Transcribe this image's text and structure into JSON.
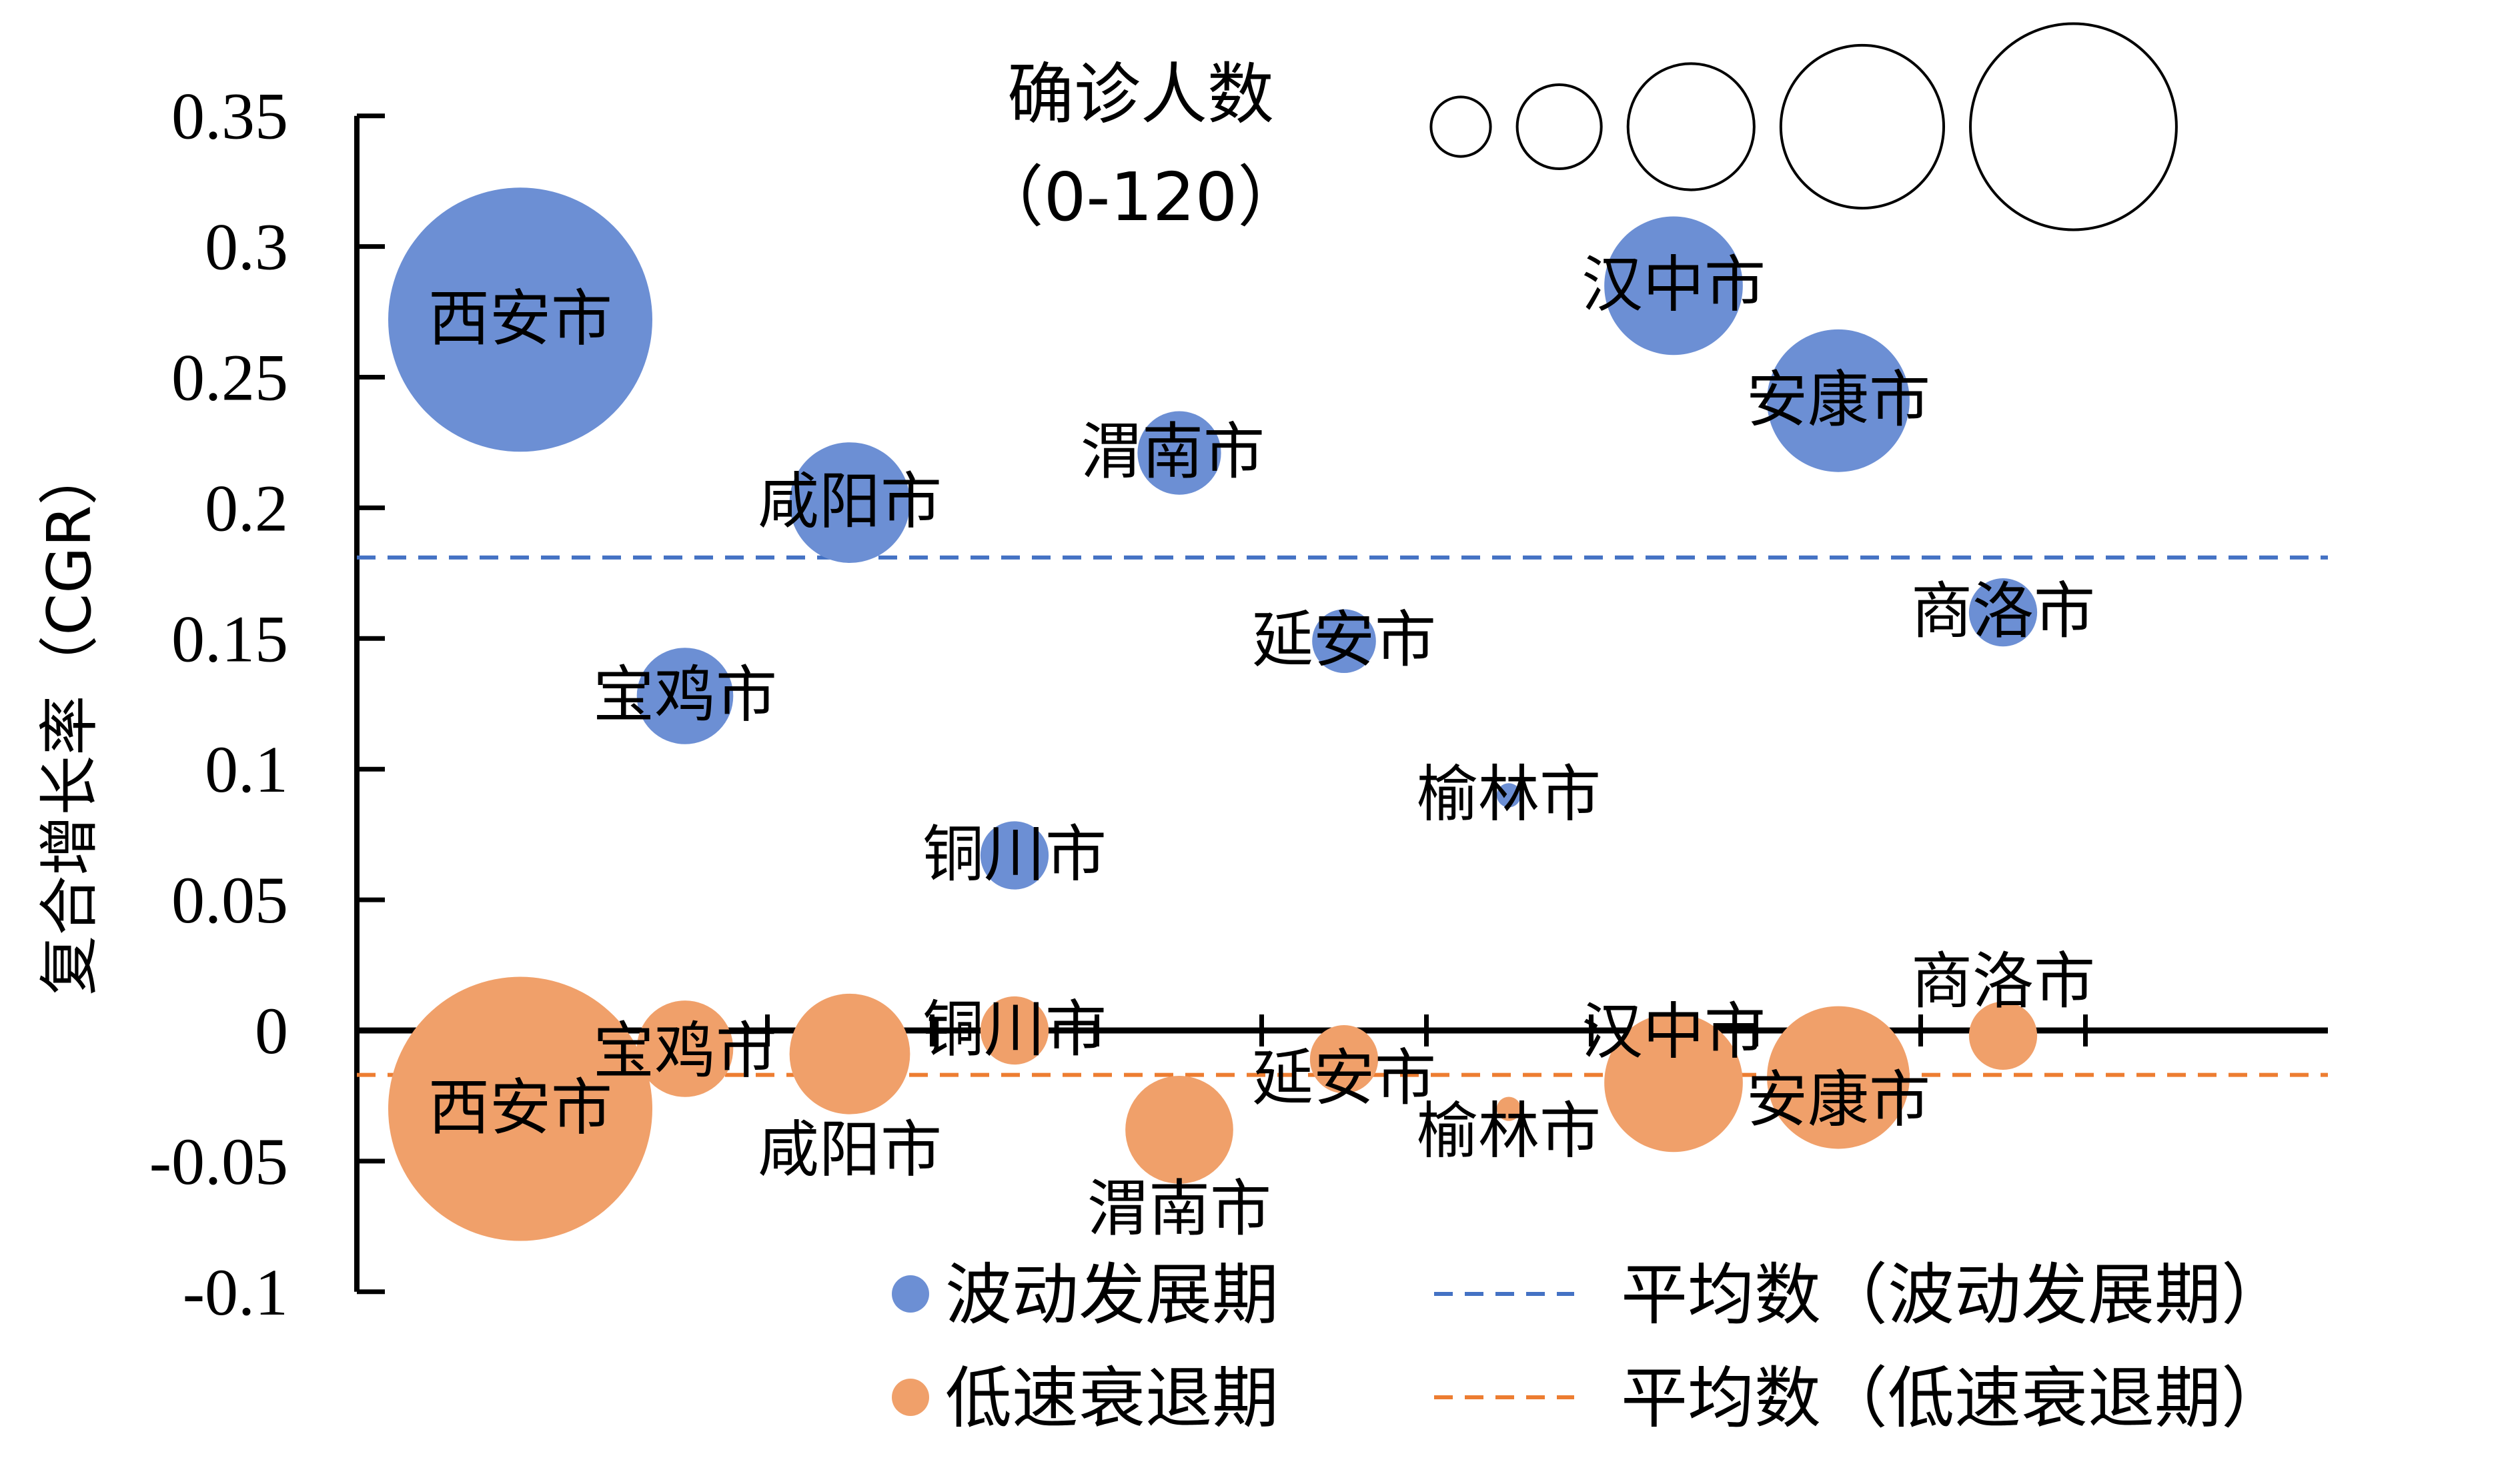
{
  "chart_data": {
    "type": "scatter",
    "title": "",
    "xlabel": "",
    "ylabel": "复合增长率（CGR）",
    "ylim": [
      -0.1,
      0.35
    ],
    "yticks": [
      "0.35",
      "0.3",
      "0.25",
      "0.2",
      "0.15",
      "0.1",
      "0.05",
      "0",
      "-0.05",
      "-0.1"
    ],
    "grid": false,
    "legend_position": "bottom-right",
    "size_legend": {
      "title": "确诊人数",
      "range": "（0-120）"
    },
    "series": [
      {
        "name": "波动发展期",
        "color": "#6c8fd4",
        "points": [
          {
            "city": "西安市",
            "x": 1,
            "y": 0.272,
            "size": 120
          },
          {
            "city": "宝鸡市",
            "x": 2,
            "y": 0.128,
            "size": 16
          },
          {
            "city": "咸阳市",
            "x": 3,
            "y": 0.202,
            "size": 25
          },
          {
            "city": "铜川市",
            "x": 4,
            "y": 0.067,
            "size": 8
          },
          {
            "city": "渭南市",
            "x": 5,
            "y": 0.221,
            "size": 12
          },
          {
            "city": "延安市",
            "x": 6,
            "y": 0.149,
            "size": 7
          },
          {
            "city": "榆林市",
            "x": 7,
            "y": 0.09,
            "size": 1
          },
          {
            "city": "汉中市",
            "x": 8,
            "y": 0.285,
            "size": 33
          },
          {
            "city": "安康市",
            "x": 9,
            "y": 0.241,
            "size": 35
          },
          {
            "city": "商洛市",
            "x": 10,
            "y": 0.16,
            "size": 8
          }
        ]
      },
      {
        "name": "低速衰退期",
        "color": "#f0a06a",
        "points": [
          {
            "city": "西安市",
            "x": 1,
            "y": -0.03,
            "size": 120
          },
          {
            "city": "宝鸡市",
            "x": 2,
            "y": -0.007,
            "size": 16
          },
          {
            "city": "咸阳市",
            "x": 3,
            "y": -0.009,
            "size": 25
          },
          {
            "city": "铜川市",
            "x": 4,
            "y": 0.0,
            "size": 8
          },
          {
            "city": "渭南市",
            "x": 5,
            "y": -0.038,
            "size": 20
          },
          {
            "city": "延安市",
            "x": 6,
            "y": -0.011,
            "size": 8
          },
          {
            "city": "榆林市",
            "x": 7,
            "y": -0.03,
            "size": 1
          },
          {
            "city": "汉中市",
            "x": 8,
            "y": -0.02,
            "size": 33
          },
          {
            "city": "安康市",
            "x": 9,
            "y": -0.018,
            "size": 35
          },
          {
            "city": "商洛市",
            "x": 10,
            "y": -0.002,
            "size": 8
          }
        ]
      }
    ],
    "average_lines": [
      {
        "name": "平均数（波动发展期）",
        "value": 0.181,
        "color": "#4472c4"
      },
      {
        "name": "平均数（低速衰退期）",
        "value": -0.017,
        "color": "#ed7d31"
      }
    ],
    "size_legend_values": [
      10,
      20,
      45,
      75,
      120
    ]
  }
}
